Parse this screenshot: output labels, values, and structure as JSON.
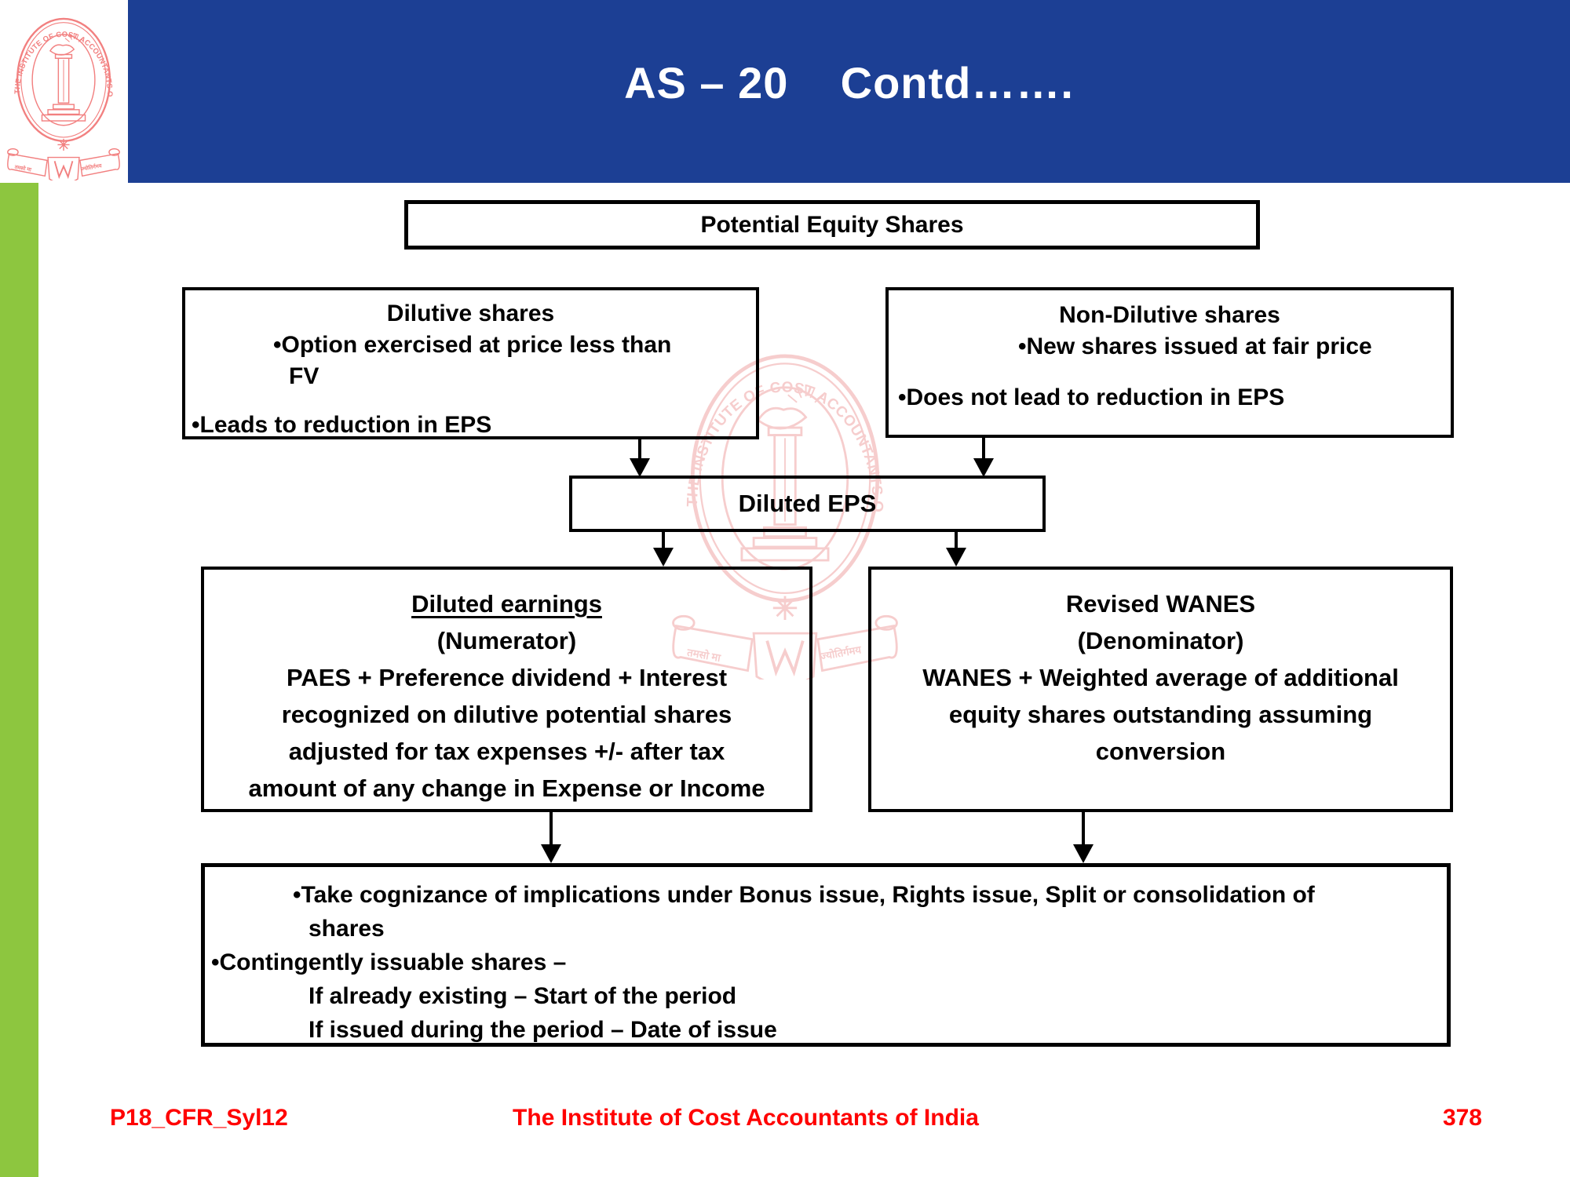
{
  "header": {
    "title": "AS – 20    Contd…….",
    "bg_color": "#1C3F94",
    "text_color": "#FFFFFF"
  },
  "branding": {
    "seal_ring_text": "THE INSTITUTE OF COST ACCOUNTANTS OF INDIA",
    "seal_banner_left": "तमसो मा",
    "seal_banner_right": "ज्योतिर्गमय",
    "seal_color": "#F28080",
    "watermark_color": "#F0A6A6",
    "stripe_green": "#8DC63F"
  },
  "diagram": {
    "potential_box": {
      "title": "Potential Equity Shares"
    },
    "dilutive_box": {
      "title": "Dilutive shares",
      "bullet1": "•Option exercised at price less than",
      "bullet1_wrap": "FV",
      "bullet2": "•Leads to reduction in EPS"
    },
    "non_dilutive_box": {
      "title": "Non-Dilutive shares",
      "bullet1": "•New shares issued at fair price",
      "bullet2": "•Does not lead to reduction in EPS"
    },
    "diluted_eps_box": {
      "title": "Diluted EPS"
    },
    "numerator_box": {
      "title": "Diluted earnings",
      "subtitle": "(Numerator)",
      "line1": "PAES + Preference dividend + Interest",
      "line2": "recognized on dilutive potential shares",
      "line3": "adjusted for tax expenses +/- after tax",
      "line4": "amount of any change in Expense or Income"
    },
    "denominator_box": {
      "title": "Revised WANES",
      "subtitle": "(Denominator)",
      "line1": "WANES + Weighted average of additional",
      "line2": "equity shares outstanding assuming",
      "line3": "conversion"
    },
    "bottom_box": {
      "bullet1": "•Take cognizance of implications under Bonus issue, Rights issue, Split or consolidation of",
      "bullet1_wrap": "shares",
      "bullet2": "•Contingently issuable shares –",
      "sub1": "If already existing – Start of the period",
      "sub2": "If issued during the period – Date of issue"
    }
  },
  "footer": {
    "left": "P18_CFR_Syl12",
    "center": "The Institute of Cost Accountants of India",
    "page": "378",
    "text_color": "#FF0000"
  }
}
